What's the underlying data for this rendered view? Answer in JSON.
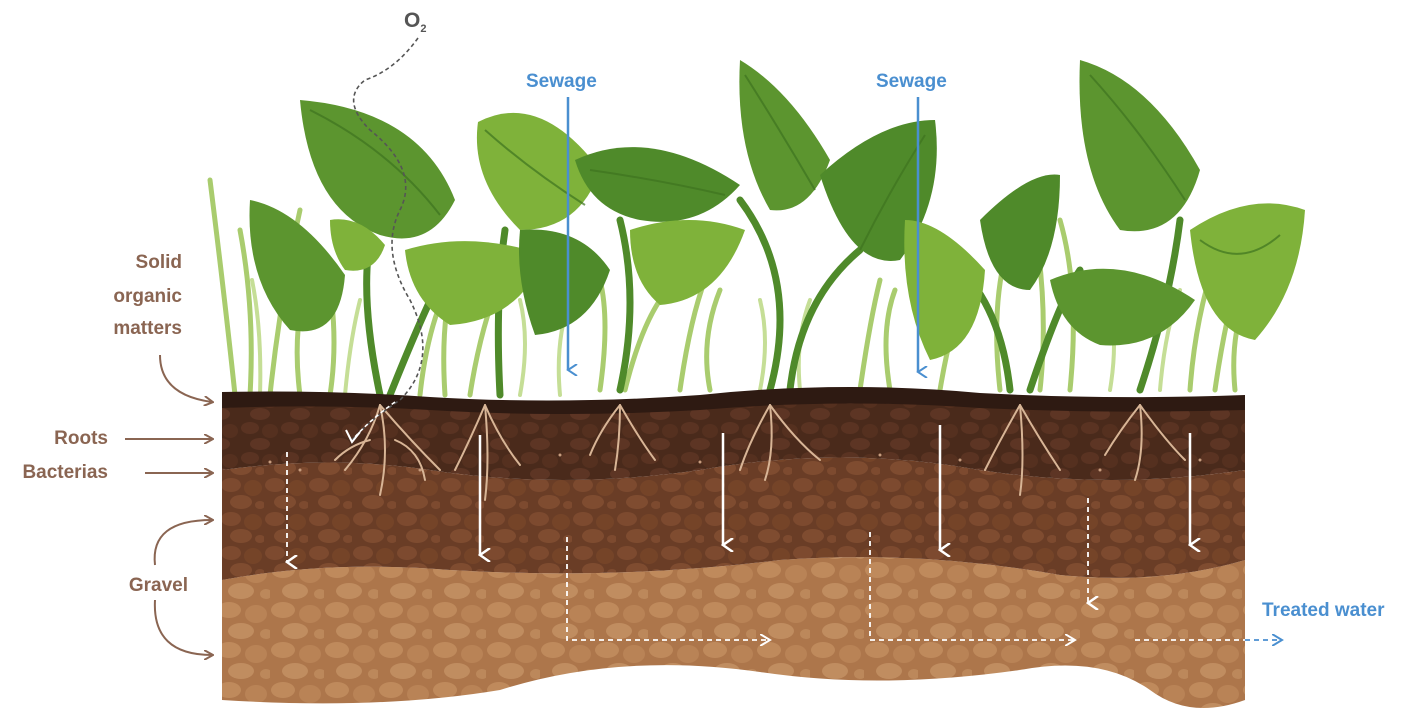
{
  "labels": {
    "o2": "O",
    "o2_sub": "2",
    "sewage_left": "Sewage",
    "sewage_right": "Sewage",
    "solid_line1": "Solid",
    "solid_line2": "organic",
    "solid_line3": "matters",
    "roots": "Roots",
    "bacterias": "Bacterias",
    "gravel": "Gravel",
    "treated_water": "Treated water"
  },
  "colors": {
    "label_brown": "#8a6552",
    "label_blue": "#4a8fd0",
    "topsoil": "#3a2118",
    "soil_dark": "#5a3322",
    "soil_mid": "#7a4a2e",
    "gravel_light": "#b98356",
    "leaf_dark": "#4f8a2a",
    "leaf_light": "#7fb23a",
    "grass": "#a9cc6e",
    "root": "#d8b596"
  }
}
